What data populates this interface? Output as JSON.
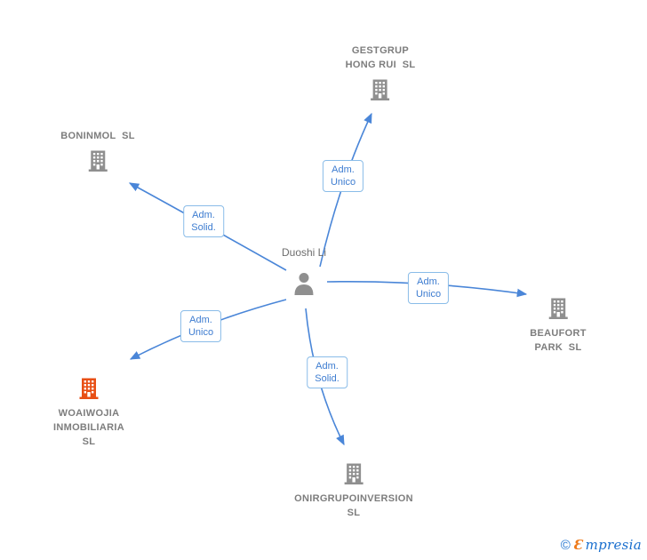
{
  "person": {
    "name": "Duoshi Li"
  },
  "companies": [
    {
      "id": "gestgrup-hong-rui-sl",
      "lines": [
        "GESTGRUP",
        "HONG RUI  SL"
      ]
    },
    {
      "id": "boninmol-sl",
      "lines": [
        "BONINMOL  SL"
      ]
    },
    {
      "id": "beaufort-park-sl",
      "lines": [
        "BEAUFORT",
        "PARK  SL"
      ]
    },
    {
      "id": "woaiwojia-inmobiliaria-sl",
      "lines": [
        "WOAIWOJIA",
        "INMOBILIARIA",
        "SL"
      ]
    },
    {
      "id": "onirgrupoinversion-sl",
      "lines": [
        "ONIRGRUPOINVERSION",
        "SL"
      ]
    }
  ],
  "edges": [
    {
      "from": "Duoshi Li",
      "to": "gestgrup-hong-rui-sl",
      "label_lines": [
        "Adm.",
        "Unico"
      ]
    },
    {
      "from": "Duoshi Li",
      "to": "boninmol-sl",
      "label_lines": [
        "Adm.",
        "Solid."
      ]
    },
    {
      "from": "Duoshi Li",
      "to": "beaufort-park-sl",
      "label_lines": [
        "Adm.",
        "Unico"
      ]
    },
    {
      "from": "Duoshi Li",
      "to": "woaiwojia-inmobiliaria-sl",
      "label_lines": [
        "Adm.",
        "Unico"
      ]
    },
    {
      "from": "Duoshi Li",
      "to": "onirgrupoinversion-sl",
      "label_lines": [
        "Adm.",
        "Solid."
      ]
    }
  ],
  "colors": {
    "arrow": "#4a86d8",
    "edge_label_text": "#3d7cd0",
    "edge_label_border": "#8abce8",
    "company_text": "#7d7d7d",
    "building_gray": "#8f8f8f",
    "building_highlight": "#e84f15",
    "watermark_blue": "#1a6fce",
    "watermark_orange": "#ee7a1a"
  },
  "icons": {
    "empresia_logo_glyph": "Ɛ"
  },
  "watermark": {
    "copyright": "©",
    "brand": "mpresia"
  }
}
